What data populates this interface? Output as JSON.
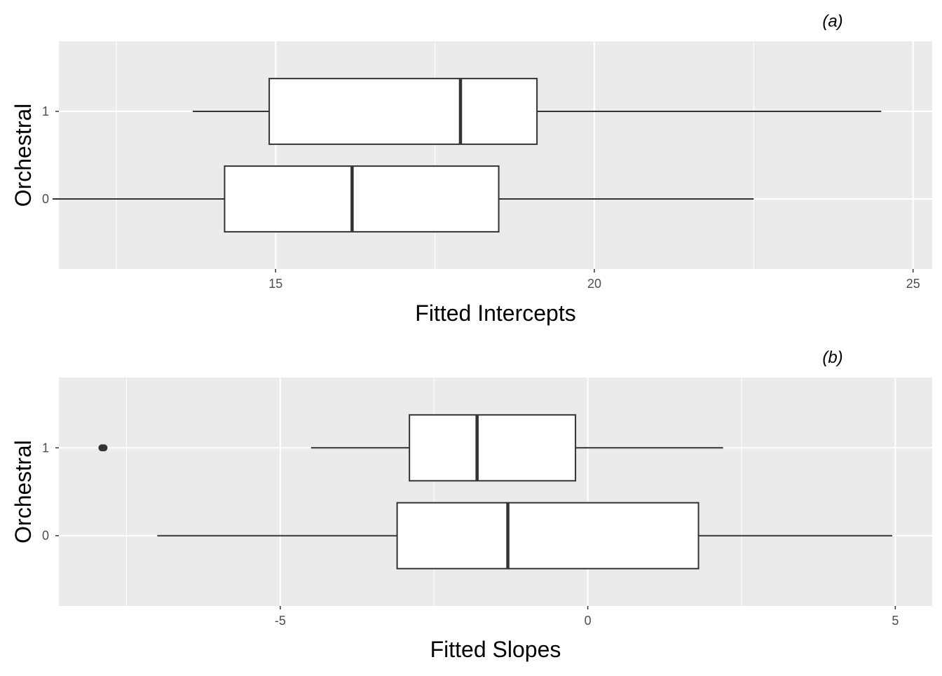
{
  "colors": {
    "panel_background": "#ebebeb",
    "grid_major": "#ffffff",
    "box_fill": "#ffffff",
    "box_line": "#333333",
    "tick_text": "#4d4d4d",
    "outlier": "#333333"
  },
  "chart_data": [
    {
      "type": "boxplot",
      "orientation": "horizontal",
      "tag": "(a)",
      "title": "",
      "xlabel": "Fitted Intercepts",
      "ylabel": "Orchestral",
      "xlim": [
        11.6,
        25.3
      ],
      "x_ticks": [
        15,
        20,
        25
      ],
      "x_tick_labels": [
        "15",
        "20",
        "25"
      ],
      "categories": [
        "0",
        "1"
      ],
      "grid": true,
      "boxes": [
        {
          "category": "1",
          "whisker_low": 13.7,
          "q1": 14.9,
          "median": 17.9,
          "q3": 19.1,
          "whisker_high": 24.5,
          "outliers": []
        },
        {
          "category": "0",
          "whisker_low": 11.5,
          "q1": 14.2,
          "median": 16.2,
          "q3": 18.5,
          "whisker_high": 22.5,
          "outliers": []
        }
      ]
    },
    {
      "type": "boxplot",
      "orientation": "horizontal",
      "tag": "(b)",
      "title": "",
      "xlabel": "Fitted Slopes",
      "ylabel": "Orchestral",
      "xlim": [
        -8.6,
        5.6
      ],
      "x_ticks": [
        -5,
        0,
        5
      ],
      "x_tick_labels": [
        "-5",
        "0",
        "5"
      ],
      "categories": [
        "0",
        "1"
      ],
      "grid": true,
      "boxes": [
        {
          "category": "1",
          "whisker_low": -4.5,
          "q1": -2.9,
          "median": -1.8,
          "q3": -0.2,
          "whisker_high": 2.2,
          "outliers": [
            -7.9
          ]
        },
        {
          "category": "0",
          "whisker_low": -7.0,
          "q1": -3.1,
          "median": -1.3,
          "q3": 1.8,
          "whisker_high": 4.95,
          "outliers": []
        }
      ]
    }
  ]
}
